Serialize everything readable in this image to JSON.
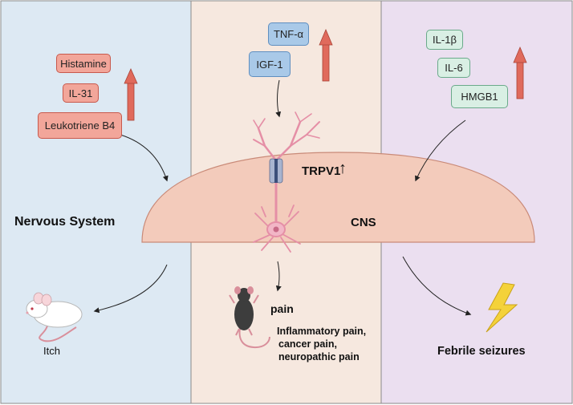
{
  "left": {
    "mediators": [
      "Histamine",
      "IL-31",
      "Leukotriene B4"
    ],
    "system_label": "Nervous System",
    "outcome": "Itch"
  },
  "center": {
    "mediators": [
      "TNF-α",
      "IGF-1"
    ],
    "receptor": "TRPV1",
    "receptor_arrow": "↑",
    "cns_label": "CNS",
    "outcome_title": "pain",
    "outcome_lines": [
      "Inflammatory pain,",
      "cancer pain,",
      "neuropathic pain"
    ]
  },
  "right": {
    "mediators": [
      "IL-1β",
      "IL-6",
      "HMGB1"
    ],
    "outcome": "Febrile seizures"
  },
  "colors": {
    "left_panel": "#dde9f3",
    "center_panel": "#f6e8df",
    "right_panel": "#ebdff0",
    "dome": "#f3cbbb",
    "up_arrow": "#e06a5c",
    "neuron": "#e58fa6",
    "bolt": "#f4d23a"
  }
}
